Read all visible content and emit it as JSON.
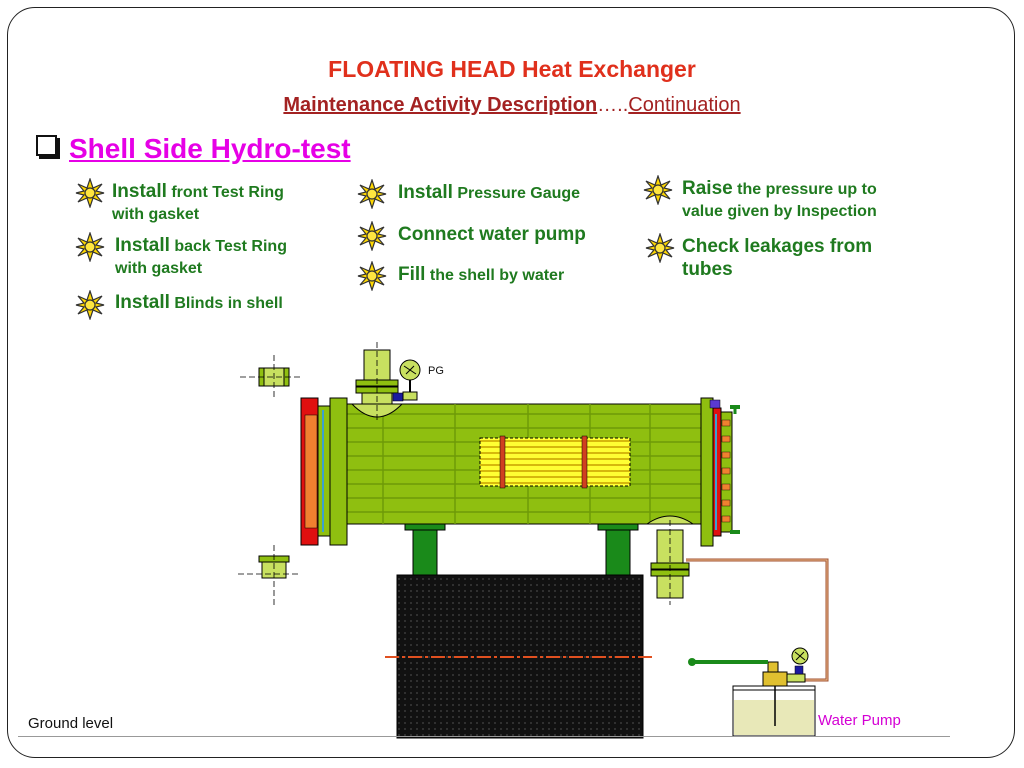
{
  "title": "FLOATING HEAD Heat Exchanger",
  "subtitle": {
    "part1": "Maintenance Activity Description",
    "dots": "…..",
    "part2": "Continuation"
  },
  "section_title": "Shell Side Hydro-test",
  "steps": [
    {
      "verb": "Install",
      "rest": " front Test Ring",
      "line2": "with gasket"
    },
    {
      "verb": "Install",
      "rest": " back Test Ring",
      "line2": "with gasket"
    },
    {
      "verb": "Install",
      "rest": " Blinds in shell"
    },
    {
      "verb": "Install",
      "rest": " Pressure Gauge"
    },
    {
      "verb": "Connect water pump",
      "rest": ""
    },
    {
      "verb": "Fill",
      "rest": " the shell by water"
    },
    {
      "verb": "Raise",
      "rest": " the pressure up to",
      "line2": "value given by Inspection"
    },
    {
      "verb": "Check leakages from",
      "rest": "",
      "line2": "tubes"
    }
  ],
  "labels": {
    "pressure_gauge": "PG",
    "ground_level": "Ground level",
    "water_pump": "Water Pump"
  },
  "colors": {
    "title": "#e0301c",
    "subtitle": "#a32222",
    "section": "#e600e6",
    "steps": "#1f7a1f",
    "shell": "#8fbf10",
    "support": "#1a8a1a",
    "flange": "#e01010",
    "tube_bundle": "#ffff33"
  }
}
